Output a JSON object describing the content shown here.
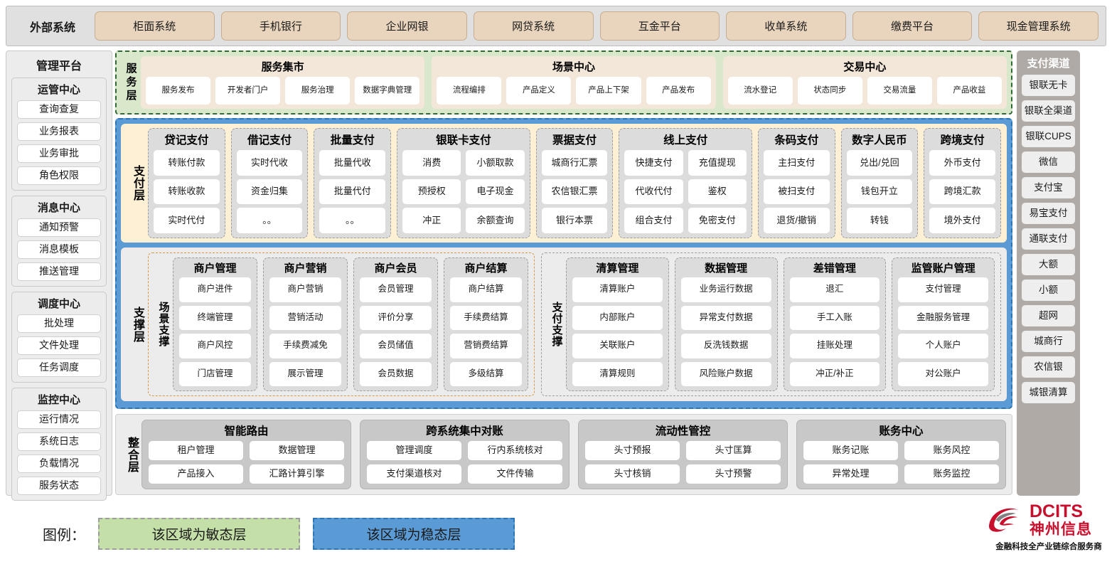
{
  "external": {
    "title": "外部系统",
    "items": [
      "柜面系统",
      "手机银行",
      "企业网银",
      "网贷系统",
      "互金平台",
      "收单系统",
      "缴费平台",
      "现金管理系统"
    ]
  },
  "left_sidebar": {
    "title": "管理平台",
    "groups": [
      {
        "title": "运管中心",
        "items": [
          "查询查复",
          "业务报表",
          "业务审批",
          "角色权限"
        ]
      },
      {
        "title": "消息中心",
        "items": [
          "通知预警",
          "消息模板",
          "推送管理"
        ]
      },
      {
        "title": "调度中心",
        "items": [
          "批处理",
          "文件处理",
          "任务调度"
        ]
      },
      {
        "title": "监控中心",
        "items": [
          "运行情况",
          "系统日志",
          "负载情况",
          "服务状态"
        ]
      }
    ]
  },
  "right_sidebar": {
    "title": "支付渠道",
    "items": [
      "银联无卡",
      "银联全渠道",
      "银联CUPS",
      "微信",
      "支付宝",
      "易宝支付",
      "通联支付",
      "大额",
      "小额",
      "超网",
      "城商行",
      "农信银",
      "城银清算"
    ]
  },
  "service_layer": {
    "label": "服务层",
    "columns": [
      {
        "title": "服务集市",
        "items": [
          "服务发布",
          "开发者门户",
          "服务治理",
          "数据字典管理"
        ]
      },
      {
        "title": "场景中心",
        "items": [
          "流程编排",
          "产品定义",
          "产品上下架",
          "产品发布"
        ]
      },
      {
        "title": "交易中心",
        "items": [
          "流水登记",
          "状态同步",
          "交易流量",
          "产品收益"
        ]
      }
    ]
  },
  "payment_layer": {
    "label": "支付层",
    "columns": [
      {
        "title": "贷记支付",
        "cols": 1,
        "rows": [
          [
            "转账付款"
          ],
          [
            "转账收款"
          ],
          [
            "实时代付"
          ]
        ]
      },
      {
        "title": "借记支付",
        "cols": 1,
        "rows": [
          [
            "实时代收"
          ],
          [
            "资金归集"
          ],
          [
            "。。"
          ]
        ]
      },
      {
        "title": "批量支付",
        "cols": 1,
        "rows": [
          [
            "批量代收"
          ],
          [
            "批量代付"
          ],
          [
            "。。"
          ]
        ]
      },
      {
        "title": "银联卡支付",
        "cols": 2,
        "rows": [
          [
            "消费",
            "小额取款"
          ],
          [
            "预授权",
            "电子现金"
          ],
          [
            "冲正",
            "余额查询"
          ]
        ]
      },
      {
        "title": "票据支付",
        "cols": 1,
        "rows": [
          [
            "城商行汇票"
          ],
          [
            "农信银汇票"
          ],
          [
            "银行本票"
          ]
        ]
      },
      {
        "title": "线上支付",
        "cols": 2,
        "rows": [
          [
            "快捷支付",
            "充值提现"
          ],
          [
            "代收代付",
            "鉴权"
          ],
          [
            "组合支付",
            "免密支付"
          ]
        ]
      },
      {
        "title": "条码支付",
        "cols": 1,
        "rows": [
          [
            "主扫支付"
          ],
          [
            "被扫支付"
          ],
          [
            "退货/撤销"
          ]
        ]
      },
      {
        "title": "数字人民币",
        "cols": 1,
        "rows": [
          [
            "兑出/兑回"
          ],
          [
            "钱包开立"
          ],
          [
            "转钱"
          ]
        ]
      },
      {
        "title": "跨境支付",
        "cols": 1,
        "rows": [
          [
            "外币支付"
          ],
          [
            "跨境汇款"
          ],
          [
            "境外支付"
          ]
        ]
      }
    ]
  },
  "support_layer": {
    "label": "支撑层",
    "zones": [
      {
        "label": "场景支撑",
        "columns": [
          {
            "title": "商户管理",
            "items": [
              "商户进件",
              "终端管理",
              "商户风控",
              "门店管理"
            ]
          },
          {
            "title": "商户营销",
            "items": [
              "商户营销",
              "营销活动",
              "手续费减免",
              "展示管理"
            ]
          },
          {
            "title": "商户会员",
            "items": [
              "会员管理",
              "评价分享",
              "会员储值",
              "会员数据"
            ]
          },
          {
            "title": "商户结算",
            "items": [
              "商户结算",
              "手续费结算",
              "营销费结算",
              "多级结算"
            ]
          }
        ]
      },
      {
        "label": "支付支撑",
        "columns": [
          {
            "title": "清算管理",
            "items": [
              "清算账户",
              "内部账户",
              "关联账户",
              "清算规则"
            ]
          },
          {
            "title": "数据管理",
            "items": [
              "业务运行数据",
              "异常支付数据",
              "反洗钱数据",
              "风险账户数据"
            ]
          },
          {
            "title": "差错管理",
            "items": [
              "退汇",
              "手工入账",
              "挂账处理",
              "冲正/补正"
            ]
          },
          {
            "title": "监管账户管理",
            "items": [
              "支付管理",
              "金融服务管理",
              "个人账户",
              "对公账户"
            ]
          }
        ]
      }
    ]
  },
  "integration_layer": {
    "label": "整合层",
    "columns": [
      {
        "title": "智能路由",
        "rows": [
          [
            "租户管理",
            "数据管理"
          ],
          [
            "产品接入",
            "汇路计算引擎"
          ]
        ]
      },
      {
        "title": "跨系统集中对账",
        "rows": [
          [
            "管理调度",
            "行内系统核对"
          ],
          [
            "支付渠道核对",
            "文件传输"
          ]
        ]
      },
      {
        "title": "流动性管控",
        "rows": [
          [
            "头寸预报",
            "头寸匡算"
          ],
          [
            "头寸核销",
            "头寸预警"
          ]
        ]
      },
      {
        "title": "账务中心",
        "rows": [
          [
            "账务记账",
            "账务风控"
          ],
          [
            "异常处理",
            "账务监控"
          ]
        ]
      }
    ]
  },
  "legend": {
    "label": "图例：",
    "agile": "该区域为敏态层",
    "stable": "该区域为稳态层",
    "agile_color": "#c5dfa8",
    "stable_color": "#5b9bd5"
  },
  "logo": {
    "en": "DCITS",
    "cn": "神州信息",
    "tagline": "金融科技全产业链综合服务商",
    "color": "#c8102e"
  }
}
